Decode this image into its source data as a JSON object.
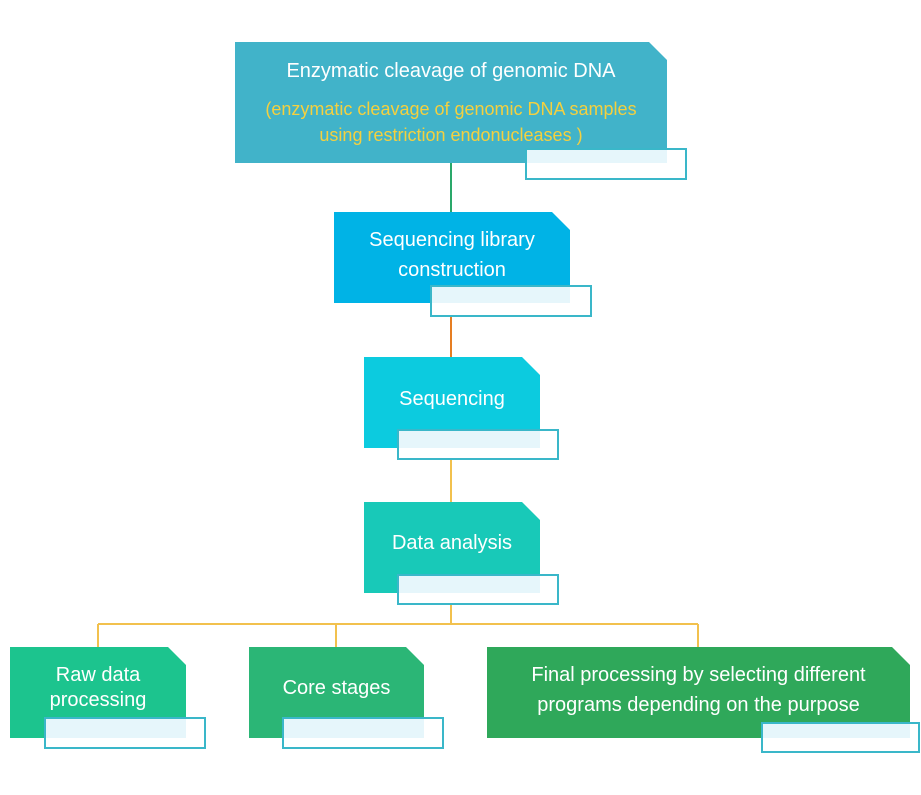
{
  "nodes": {
    "enzymatic": {
      "title": "Enzymatic cleavage of genomic DNA",
      "subtitle": "(enzymatic cleavage of genomic DNA samples using restriction endonucleases )"
    },
    "library": {
      "title": "Sequencing library construction"
    },
    "sequencing": {
      "title": "Sequencing"
    },
    "analysis": {
      "title": "Data analysis"
    },
    "raw": {
      "title": "Raw data processing"
    },
    "core": {
      "title": "Core stages"
    },
    "final": {
      "title": "Final processing by selecting different programs depending on the purpose"
    }
  },
  "colors": {
    "enzymatic": "#41b3c9",
    "library": "#00b3e6",
    "sequencing": "#0ccbdf",
    "analysis": "#18c9b8",
    "raw": "#1cc48e",
    "core": "#2bb676",
    "final": "#2fa85a",
    "connector_top": "#2aa86a",
    "connector_mid": "#e67e22",
    "connector_low": "#f2c14e",
    "tag_border": "#3ab7c9",
    "subtitle_text": "#f4d03f"
  }
}
